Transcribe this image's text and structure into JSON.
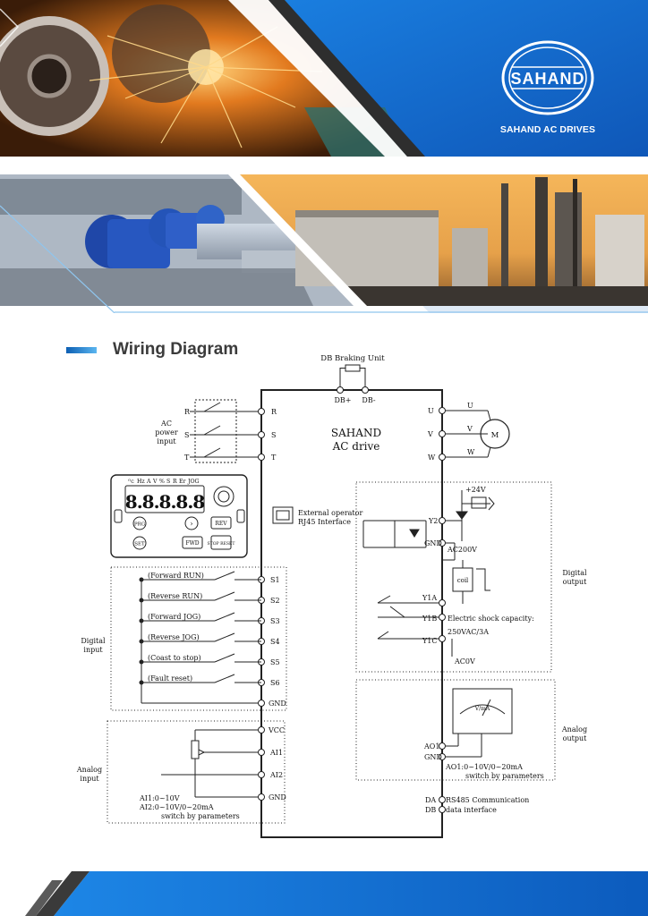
{
  "brand": {
    "name": "SAHAND AC DRIVES",
    "logo_text": "SAHAND"
  },
  "section": {
    "title": "Wiring Diagram"
  },
  "diagram": {
    "braking_unit": "DB Braking Unit",
    "db_plus": "DB+",
    "db_minus": "DB-",
    "drive_title": "SAHAND",
    "drive_subtitle": "AC drive",
    "ac_power_input": [
      "AC",
      "power",
      "input"
    ],
    "power_terminals": [
      "R",
      "S",
      "T"
    ],
    "output_terminals": [
      "U",
      "V",
      "W"
    ],
    "motor_label": "M",
    "keypad": {
      "indicators": [
        "ᴼᴄ",
        "Hz",
        "A",
        "V",
        "%",
        "S",
        "R",
        "Er",
        "JOG"
      ],
      "digits": "8.8.8.8.8",
      "buttons": [
        "PRG",
        "REV",
        "SET",
        "FWD",
        "STOP RESET"
      ]
    },
    "external_operator": [
      "External operator",
      "RJ45 Interface"
    ],
    "digital_input": {
      "title": [
        "Digital",
        "input"
      ],
      "items": [
        {
          "label": "(Forward RUN)",
          "terminal": "S1"
        },
        {
          "label": "(Reverse RUN)",
          "terminal": "S2"
        },
        {
          "label": "(Forward JOG)",
          "terminal": "S3"
        },
        {
          "label": "(Reverse JOG)",
          "terminal": "S4"
        },
        {
          "label": "(Coast to stop)",
          "terminal": "S5"
        },
        {
          "label": "(Fault reset)",
          "terminal": "S6"
        }
      ],
      "gnd": "GND"
    },
    "analog_input": {
      "title": [
        "Analog",
        "input"
      ],
      "terminals": [
        "VCC",
        "AI1",
        "AI2",
        "GND"
      ],
      "notes": [
        "AI1:0~10V",
        "AI2:0~10V/0~20mA",
        "switch by parameters"
      ]
    },
    "digital_output": {
      "title": [
        "Digital",
        "output"
      ],
      "plus24": "+24V",
      "y2": "Y2",
      "gnd": "GND",
      "ac200": "AC200V",
      "coil": "coil",
      "y1a": "Y1A",
      "y1b": "Y1B",
      "y1c": "Y1C",
      "ac0": "AC0V",
      "capacity": [
        "Electric shock capacity:",
        "250VAC/3A"
      ]
    },
    "analog_output": {
      "title": [
        "Analog",
        "output"
      ],
      "meter": "V/mA",
      "ao1": "AO1",
      "gnd": "GND",
      "notes": [
        "AO1:0~10V/0~20mA",
        "switch by parameters"
      ]
    },
    "rs485": {
      "da": "DA",
      "db": "DB",
      "text": [
        "RS485 Communication",
        "data interface"
      ]
    }
  }
}
